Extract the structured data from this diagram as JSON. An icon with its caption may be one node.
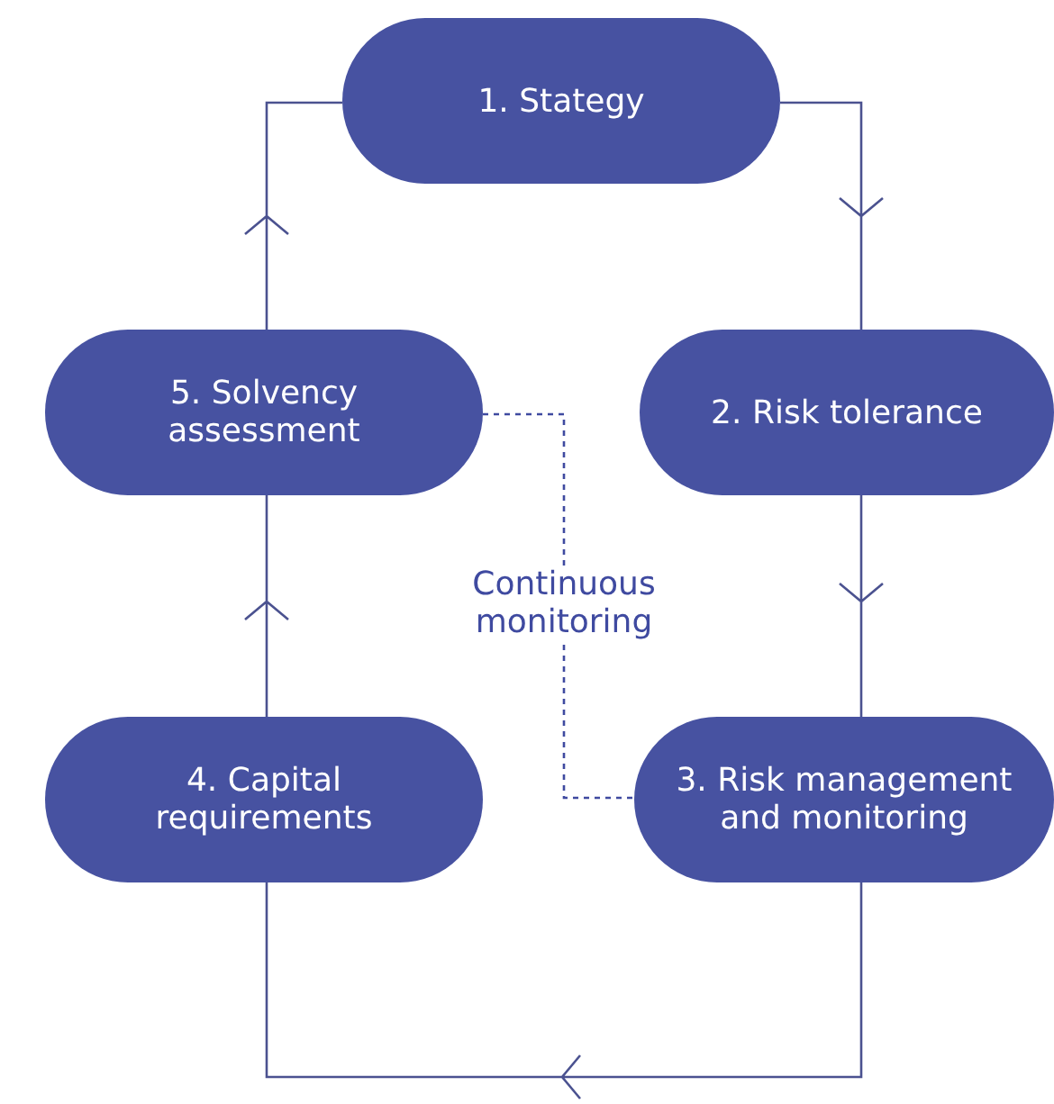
{
  "diagram": {
    "nodes": [
      {
        "text": [
          "1. Stategy"
        ]
      },
      {
        "text": [
          "2. Risk tolerance"
        ]
      },
      {
        "text": [
          "3. Risk management and monitoring"
        ]
      },
      {
        "text": [
          "4. Capital requirements"
        ]
      },
      {
        "text": [
          "5. Solvency assessment"
        ]
      },
      {
        "text": [
          "Continuous monitoring"
        ]
      }
    ],
    "edges": [
      {
        "from": 0,
        "to": 1,
        "arrow": "to"
      },
      {
        "from": 1,
        "to": 2,
        "arrow": "to"
      },
      {
        "from": 2,
        "to": 3,
        "arrow": "to"
      },
      {
        "from": 3,
        "to": 4,
        "arrow": "to"
      },
      {
        "from": 4,
        "to": 0,
        "arrow": "to"
      },
      {
        "from": 4,
        "to": 5,
        "arrow": "none",
        "style": "dashed"
      },
      {
        "from": 5,
        "to": 2,
        "arrow": "none",
        "style": "dashed"
      }
    ]
  }
}
